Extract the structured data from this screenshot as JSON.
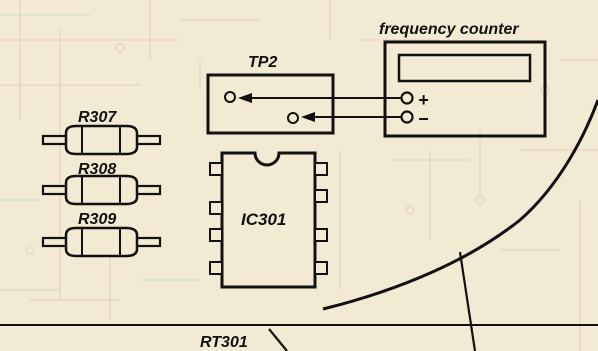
{
  "labels": {
    "frequency_counter": "frequency counter",
    "tp2": "TP2",
    "plus": "+",
    "minus": "−",
    "r307": "R307",
    "r308": "R308",
    "r309": "R309",
    "ic301": "IC301",
    "rt301": "RT301"
  },
  "colors": {
    "background": "#f2ead2",
    "ink": "#111111",
    "faint_pcb_red": "#e8c9bd",
    "faint_pcb_green": "#cfd9c4"
  }
}
